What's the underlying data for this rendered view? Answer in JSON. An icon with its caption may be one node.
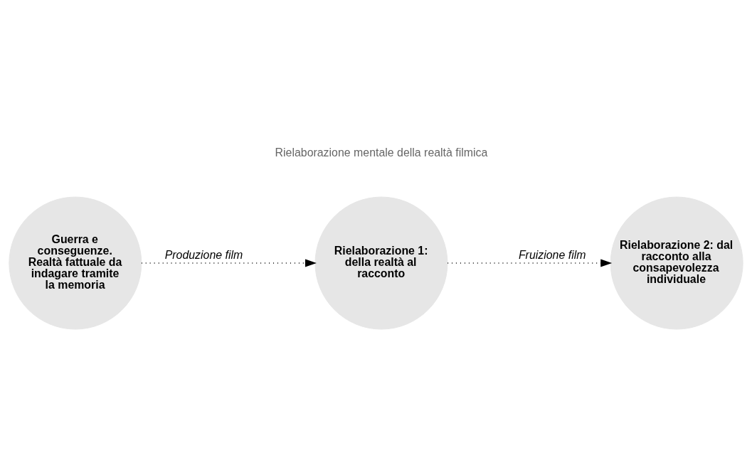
{
  "diagram": {
    "nodes": [
      {
        "text": [
          "Guerra e conseguenze. Realtà fattuale da indagare tramite la memoria"
        ]
      },
      {
        "text": [
          "Rielaborazione 1: della realtà al racconto"
        ]
      },
      {
        "text": [
          "Rielaborazione 2: dal racconto alla consapevolezza individuale"
        ]
      }
    ],
    "edges": [
      {
        "from": 0,
        "to": 1,
        "arrow": "to",
        "label": "Produzione film",
        "style": "dashed"
      },
      {
        "from": 1,
        "to": 2,
        "arrow": "to",
        "label": "Fruizione film",
        "style": "dashed"
      }
    ],
    "labels": [
      "Rielaborazione mentale della realtà filmica"
    ]
  }
}
